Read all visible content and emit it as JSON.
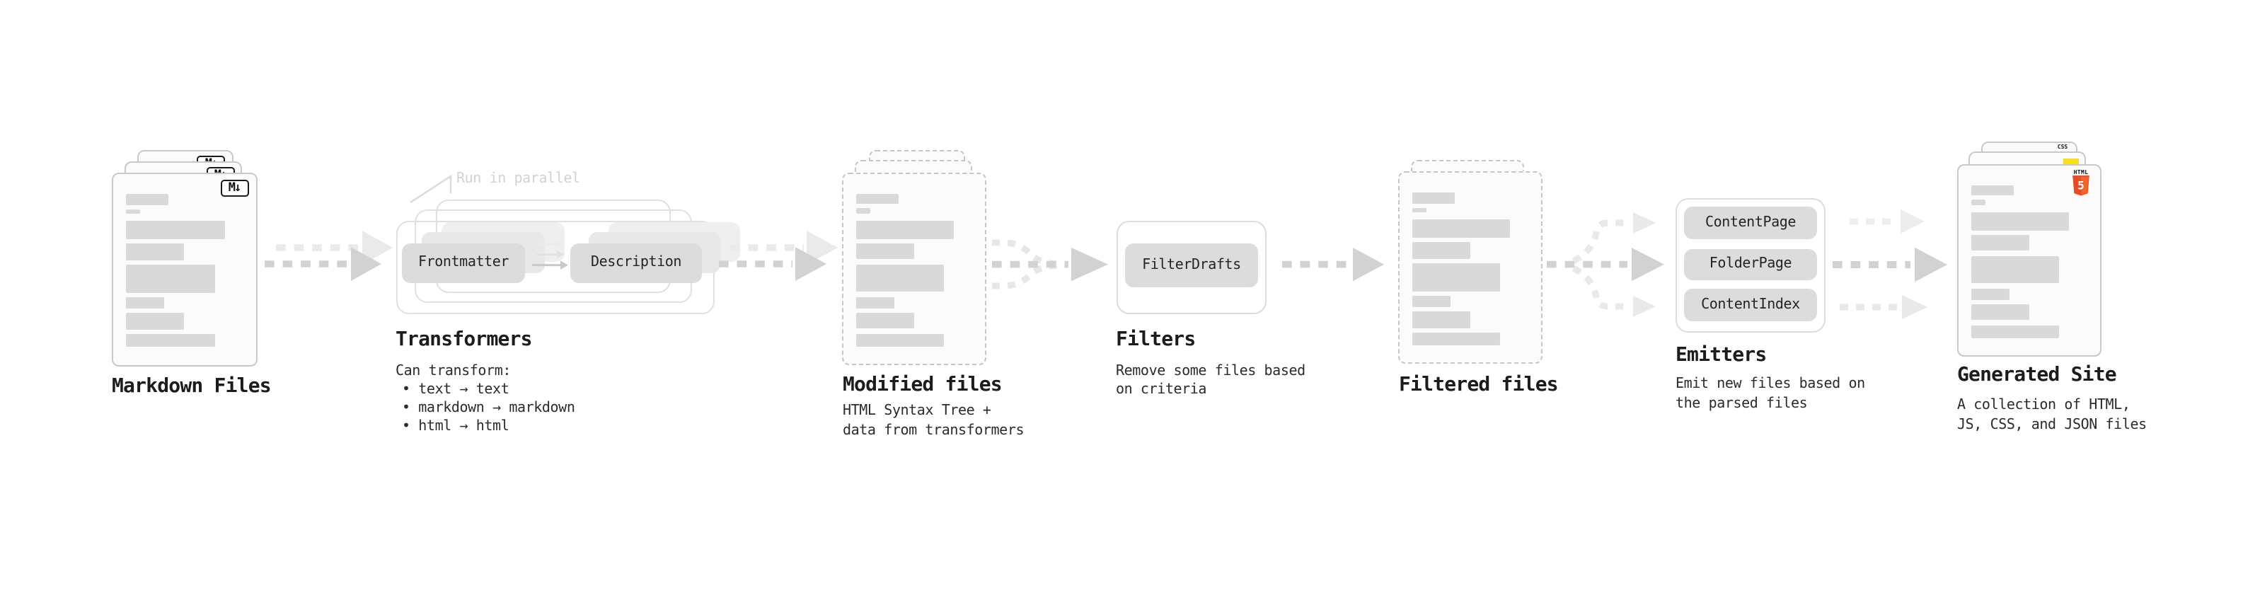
{
  "colors": {
    "canvas": "#ffffff",
    "card_fill": "#fbfbfb",
    "card_border": "#c9c9c9",
    "bar_fill": "#d9d9d9",
    "pill_fill": "#dcdcdc",
    "arrow_main": "#d2d2d2",
    "arrow_faded": "#e9e9e9",
    "js_yellow": "#f7df1e",
    "css_blue": "#2965f1",
    "html5_orange": "#e44d26"
  },
  "stages": {
    "markdown": {
      "label": "Markdown Files",
      "file_badge": "M↓"
    },
    "transformers": {
      "label": "Transformers",
      "annotation": "Run in parallel",
      "pills": {
        "frontmatter": "Frontmatter",
        "description": "Description"
      },
      "note_title": "Can transform:",
      "bullets": [
        "• text → text",
        "• markdown → markdown",
        "• html → html"
      ]
    },
    "modified": {
      "label": "Modified files",
      "note": "HTML Syntax Tree +\ndata from transformers"
    },
    "filters": {
      "label": "Filters",
      "pills": {
        "filter_drafts": "FilterDrafts"
      },
      "note": "Remove some files based\non criteria"
    },
    "filtered": {
      "label": "Filtered files"
    },
    "emitters": {
      "label": "Emitters",
      "pills": {
        "content_page": "ContentPage",
        "folder_page": "FolderPage",
        "content_index": "ContentIndex"
      },
      "note": "Emit new files based on\nthe parsed files"
    },
    "generated": {
      "label": "Generated Site",
      "note": "A collection of HTML,\nJS, CSS, and JSON files",
      "badges": {
        "css": "CSS",
        "html_label": "HTML",
        "html_number": "5"
      }
    }
  },
  "doc_bars": [
    {
      "w": 37,
      "h": 7.5,
      "mb": 3
    },
    {
      "w": 13,
      "h": 3.5,
      "mb": 5
    },
    {
      "w": 85,
      "h": 13,
      "mb": 3
    },
    {
      "w": 50,
      "h": 11.5,
      "mb": 3.5
    },
    {
      "w": 76,
      "h": 19.5,
      "mb": 3.5
    },
    {
      "w": 33,
      "h": 8,
      "mb": 3
    },
    {
      "w": 50,
      "h": 11.5,
      "mb": 3.5
    },
    {
      "w": 76,
      "h": 9,
      "mb": 0
    }
  ]
}
